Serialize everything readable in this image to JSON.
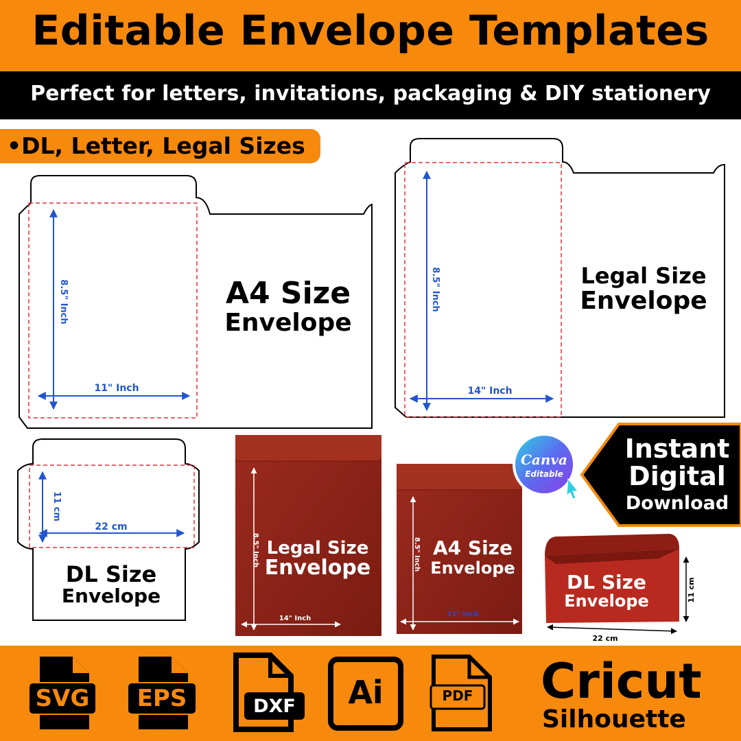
{
  "header": {
    "title": "Editable Envelope Templates",
    "subtitle": "Perfect for letters, invitations, packaging & DIY stationery"
  },
  "sizes_badge": "•DL, Letter, Legal Sizes",
  "templates": {
    "a4": {
      "line1": "A4 Size",
      "line2": "Envelope",
      "height_dim": "8.5\" Inch",
      "width_dim": "11\" Inch"
    },
    "legal": {
      "line1": "Legal Size",
      "line2": "Envelope",
      "height_dim": "8.5\" Inch",
      "width_dim": "14\" Inch"
    },
    "dl": {
      "line1": "DL Size",
      "line2": "Envelope",
      "height_dim": "11 cm",
      "width_dim": "22 cm"
    }
  },
  "mockups": {
    "legal": {
      "line1": "Legal Size",
      "line2": "Envelope",
      "height_dim": "8.5\" Inch",
      "width_dim": "14\" Inch"
    },
    "a4": {
      "line1": "A4 Size",
      "line2": "Envelope",
      "height_dim": "8.5\" Inch",
      "width_dim": "11\" Inch"
    },
    "dl": {
      "line1": "DL Size",
      "line2": "Envelope",
      "height_dim": "11 cm",
      "width_dim": "22 cm"
    }
  },
  "canva_badge": {
    "line1": "Canva",
    "line2": "Editable"
  },
  "instant": {
    "line1": "Instant",
    "line2": "Digital",
    "line3": "Download"
  },
  "formats": [
    "SVG",
    "EPS",
    "DXF",
    "Ai",
    "PDF"
  ],
  "brand": {
    "line1": "Cricut",
    "line2": "Silhouette"
  },
  "colors": {
    "orange": "#F7890D",
    "black": "#000000",
    "envelope_red": "#8B2318",
    "dim_blue": "#2255CC",
    "fold_red": "#E0323C"
  }
}
